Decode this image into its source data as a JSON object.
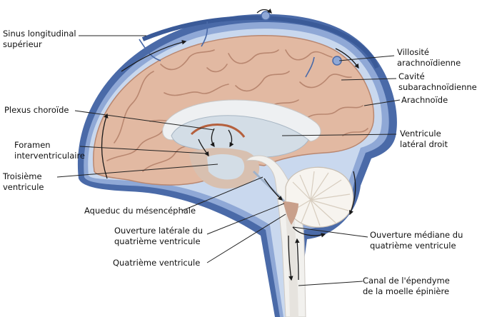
{
  "labels": {
    "sinus": [
      "Sinus longitudinal",
      "supérieur"
    ],
    "plexus": [
      "Plexus choroïde"
    ],
    "foramen": [
      "Foramen",
      "interventriculaire"
    ],
    "troisieme": [
      "Troisième",
      "ventricule"
    ],
    "aqueduc": [
      "Aqueduc du mésencéphale"
    ],
    "ouverture_laterale": [
      "Ouverture latérale du",
      "quatrième ventricule"
    ],
    "quatrieme": [
      "Quatrième ventricule"
    ],
    "villosite": [
      "Villosité",
      "arachnoïdienne"
    ],
    "cavite": [
      "Cavité",
      "subarachnoïdienne"
    ],
    "arachnoide": [
      "Arachnoïde"
    ],
    "ventricule_lateral": [
      "Ventricule",
      "latéral droit"
    ],
    "ouverture_mediane": [
      "Ouverture médiane du",
      "quatrième ventricule"
    ],
    "canal": [
      "Canal de l'épendyme",
      "de la moelle épinière"
    ]
  },
  "colors": {
    "brain": "#e2b9a2",
    "brain_fold": "#b98770",
    "csf": "#c9d8ee",
    "dura": "#4a6aa8",
    "ventricle": "#d3dde6",
    "cord": "#f2f1ee",
    "choroid": "#b5603d",
    "leader": "#222222"
  }
}
